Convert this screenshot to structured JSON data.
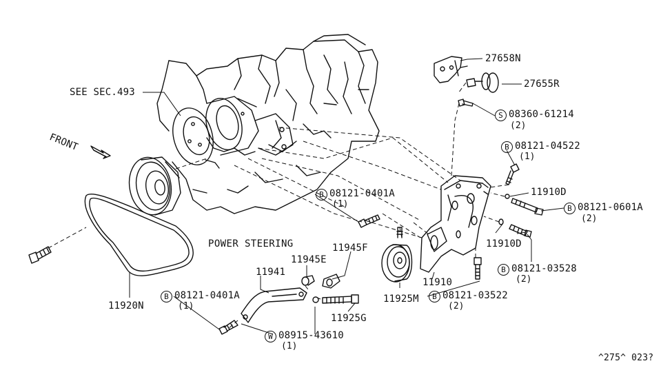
{
  "labels": {
    "see_sec": "SEE SEC.493",
    "front": "FRONT",
    "power_steering": "POWER STEERING",
    "p27658N": "27658N",
    "p27655R": "27655R",
    "s_mark": "S",
    "p08360": "08360-61214",
    "q08360": "(2)",
    "b_mark": "B",
    "w_mark": "W",
    "p08121_04522": "08121-04522",
    "q08121_04522": "(1)",
    "p11910D_top": "11910D",
    "p08121_0601A": "08121-0601A",
    "q08121_0601A": "(2)",
    "p08121_0401A_center": "08121-0401A",
    "q08121_0401A_center": "(1)",
    "p11910D_low": "11910D",
    "p08121_03528": "08121-03528",
    "q08121_03528": "(2)",
    "p11945F": "11945F",
    "p11945E": "11945E",
    "p11941": "11941",
    "p11910": "11910",
    "p11925M": "11925M",
    "p08121_03522": "08121-03522",
    "q08121_03522": "(2)",
    "p11925G": "11925G",
    "p08121_0401A_left": "08121-0401A",
    "q08121_0401A_left": "(1)",
    "p08915": "08915-43610",
    "q08915": "(1)",
    "p11920N": "11920N",
    "ref_code": "^275^ 023?"
  }
}
